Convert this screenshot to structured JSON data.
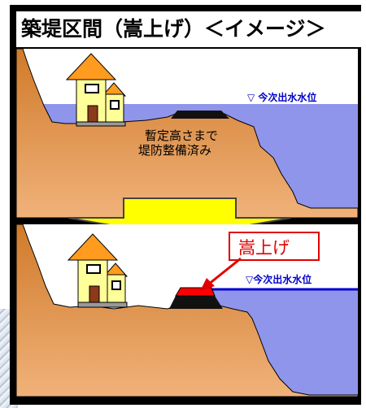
{
  "title": "築堤区間（嵩上げ）＜イメージ＞",
  "top_panel": {
    "water_level_label": "▽ 今次出水水位",
    "dike_label_line1": "暫定高さまで",
    "dike_label_line2": "堤防整備済み"
  },
  "bottom_panel": {
    "water_level_label": "▽今次出水水位",
    "callout_label": "嵩上げ"
  },
  "colors": {
    "water": "#8f95ea",
    "soil_top": "#d07a2a",
    "soil_bottom": "#f0b27a",
    "dike": "#111111",
    "raise": "#ff0000",
    "arrow": "#ffff00",
    "callout": "#e00000",
    "water_line": "#0000cc"
  },
  "icons": [
    "house-icon",
    "down-arrow-icon"
  ]
}
